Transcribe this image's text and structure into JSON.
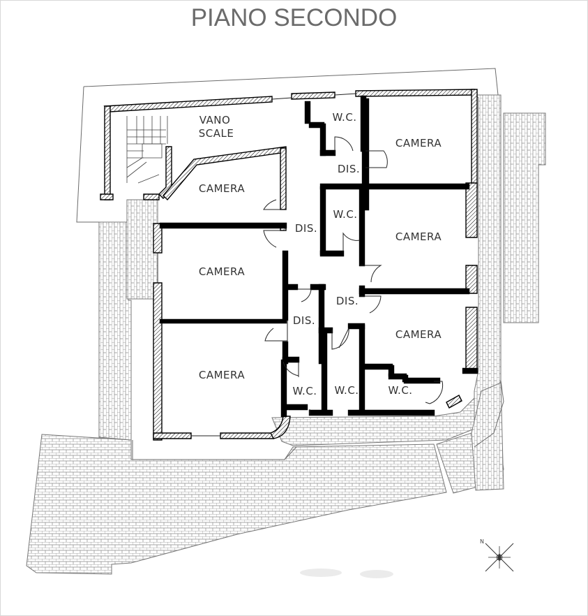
{
  "title": "PIANO SECONDO",
  "rooms": {
    "vano_scale_line1": "VANO",
    "vano_scale_line2": "SCALE",
    "camera": "CAMERA",
    "wc": "W.C.",
    "dis": "DIS."
  },
  "compass_label": "N",
  "icons": {
    "compass": "north-arrow-icon"
  },
  "colors": {
    "title": "#6b6b6b",
    "walls": "#000000",
    "paving": "#888888"
  }
}
